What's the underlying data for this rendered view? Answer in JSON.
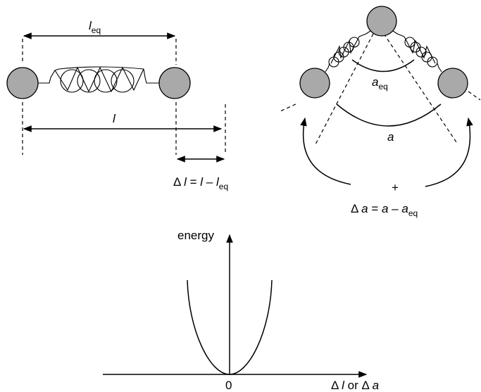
{
  "labels": {
    "l_eq_symbol": "l",
    "l_eq_sub": "eq",
    "l_symbol": "l",
    "delta_l_prefix": "Δ ",
    "delta_l_var": "l",
    "delta_l_eq": " = ",
    "delta_l_rhs_var": "l",
    "delta_l_minus": " – ",
    "delta_l_rhs_var2": "l",
    "delta_l_rhs_sub": "eq",
    "a_eq_symbol": "a",
    "a_eq_sub": "eq",
    "a_symbol": "a",
    "plus_sign": "+",
    "delta_a_prefix": "Δ ",
    "delta_a_var": "a",
    "delta_a_eq": " = ",
    "delta_a_rhs_var": "a",
    "delta_a_minus": " – ",
    "delta_a_rhs_var2": "a",
    "delta_a_rhs_sub": "eq"
  },
  "plot": {
    "ylabel": "energy",
    "origin_label": "0",
    "xlabel_prefix": "Δ ",
    "xlabel_var1": "l",
    "xlabel_mid": " or Δ ",
    "xlabel_var2": "a"
  },
  "colors": {
    "atom_fill": "#a9a9a9",
    "stroke": "#000000"
  }
}
